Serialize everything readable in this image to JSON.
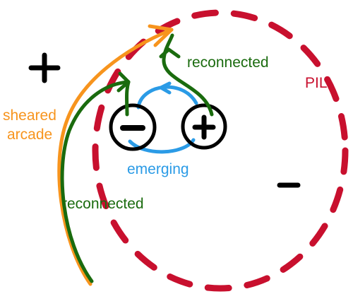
{
  "labels": {
    "sheared_arcade_line1": "sheared",
    "sheared_arcade_line2": "arcade",
    "reconnected_top": "reconnected",
    "reconnected_bottom": "reconnected",
    "emerging": "emerging",
    "pil": "PIL",
    "sign_plus": "+",
    "sign_minus": "−"
  },
  "colors": {
    "pil": "#c8102e",
    "sheared_arcade": "#f7941d",
    "reconnected": "#1a6b0e",
    "emerging": "#2b9be6",
    "polarity": "#000000"
  },
  "icons": [
    "plus-sign",
    "minus-sign",
    "negative-polarity-circle",
    "positive-polarity-circle"
  ]
}
